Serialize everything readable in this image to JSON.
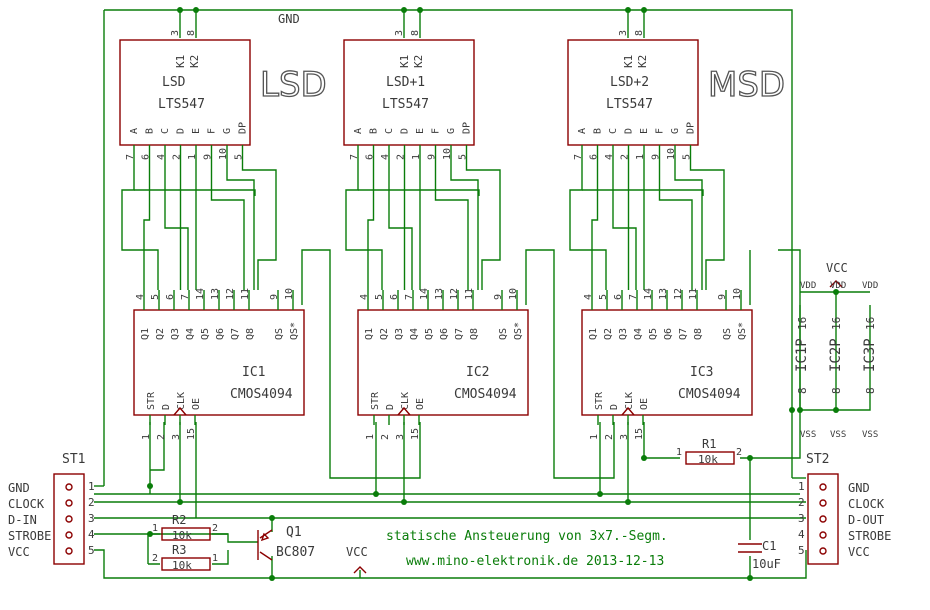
{
  "net_gnd": "GND",
  "net_vcc": "VCC",
  "net_vdd": "VDD",
  "net_vss": "VSS",
  "displays": [
    {
      "ref": "LSD",
      "type": "LTS547",
      "big": "LSD"
    },
    {
      "ref": "LSD+1",
      "type": "LTS547",
      "big": ""
    },
    {
      "ref": "LSD+2",
      "type": "LTS547",
      "big": "MSD"
    }
  ],
  "display_pin_names": [
    "A",
    "B",
    "C",
    "D",
    "E",
    "F",
    "G",
    "DP"
  ],
  "display_pin_numbers": [
    "7",
    "6",
    "4",
    "2",
    "1",
    "9",
    "10",
    "5"
  ],
  "display_common": {
    "names": [
      "K1",
      "K2"
    ],
    "numbers": [
      "3",
      "8"
    ]
  },
  "registers": [
    {
      "ref": "IC1",
      "type": "CMOS4094"
    },
    {
      "ref": "IC2",
      "type": "CMOS4094"
    },
    {
      "ref": "IC3",
      "type": "CMOS4094"
    }
  ],
  "register_out_names": [
    "Q1",
    "Q2",
    "Q3",
    "Q4",
    "Q5",
    "Q6",
    "Q7",
    "Q8",
    "QS",
    "QS*"
  ],
  "register_out_numbers": [
    "4",
    "5",
    "6",
    "7",
    "14",
    "13",
    "12",
    "11",
    "9",
    "10"
  ],
  "register_in_names": [
    "STR",
    "D",
    "CLK",
    "OE"
  ],
  "register_in_numbers": [
    "1",
    "2",
    "3",
    "15"
  ],
  "power_units": [
    {
      "ref": "IC1P",
      "vdd": "16",
      "vss": "8"
    },
    {
      "ref": "IC2P",
      "vdd": "16",
      "vss": "8"
    },
    {
      "ref": "IC3P",
      "vdd": "16",
      "vss": "8"
    }
  ],
  "st1": {
    "ref": "ST1",
    "pins": [
      "1",
      "2",
      "3",
      "4",
      "5"
    ],
    "labels": [
      "GND",
      "CLOCK",
      "D-IN",
      "STROBE",
      "VCC"
    ]
  },
  "st2": {
    "ref": "ST2",
    "pins": [
      "1",
      "2",
      "3",
      "4",
      "5"
    ],
    "labels": [
      "GND",
      "CLOCK",
      "D-OUT",
      "STROBE",
      "VCC"
    ]
  },
  "r1": {
    "ref": "R1",
    "value": "10k",
    "pin1": "1",
    "pin2": "2"
  },
  "r2": {
    "ref": "R2",
    "value": "10k",
    "pin1": "1",
    "pin2": "2"
  },
  "r3": {
    "ref": "R3",
    "value": "10k",
    "pin1": "1",
    "pin2": "2"
  },
  "q1": {
    "ref": "Q1",
    "type": "BC807"
  },
  "c1": {
    "ref": "C1",
    "value": "10uF"
  },
  "note_title": "statische Ansteuerung von 3x7.-Segm.",
  "note_web": "www.mino-elektronik.de 2013-12-13"
}
